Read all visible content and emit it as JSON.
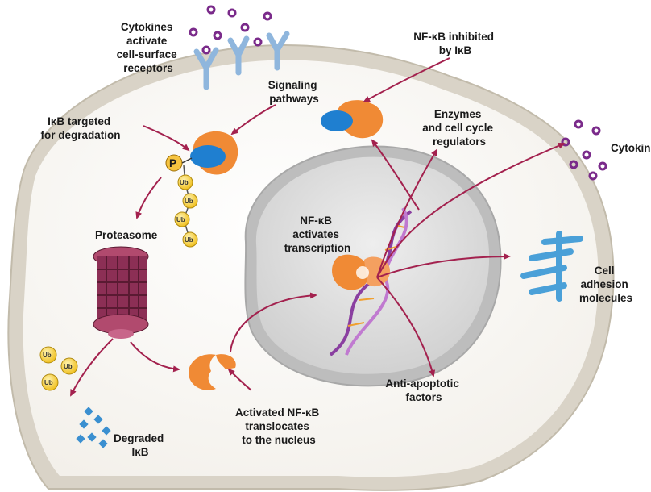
{
  "labels": {
    "cytokines_activate": [
      "Cytokines",
      "activate",
      "cell-surface",
      "receptors"
    ],
    "nfkb_inhibited": [
      "NF-κB inhibited",
      "by IκB"
    ],
    "signaling": [
      "Signaling",
      "pathways"
    ],
    "ikb_targeted": [
      "IκB targeted",
      "for degradation"
    ],
    "enzymes": [
      "Enzymes",
      "and cell cycle",
      "regulators"
    ],
    "cytokines_out": "Cytokines",
    "proteasome": "Proteasome",
    "nfkb_activates": [
      "NF-κB",
      "activates",
      "transcription"
    ],
    "cell_adhesion": [
      "Cell",
      "adhesion",
      "molecules"
    ],
    "anti_apoptotic": [
      "Anti-apoptotic",
      "factors"
    ],
    "activated_nfkb": [
      "Activated NF-κB",
      "translocates",
      "to the nucleus"
    ],
    "degraded_ikb": [
      "Degraded",
      "IκB"
    ],
    "p_symbol": "P",
    "ub": "Ub"
  },
  "colors": {
    "arrow": "#a3214e",
    "nfkb": "#f08a35",
    "ikb": "#1f7fd0",
    "proteasome": "#8c2f55",
    "ub": "#f6d04a",
    "cytokine": "#7a2a8a",
    "receptor": "#8fb6dd",
    "adhesion": "#4aa0d8"
  }
}
